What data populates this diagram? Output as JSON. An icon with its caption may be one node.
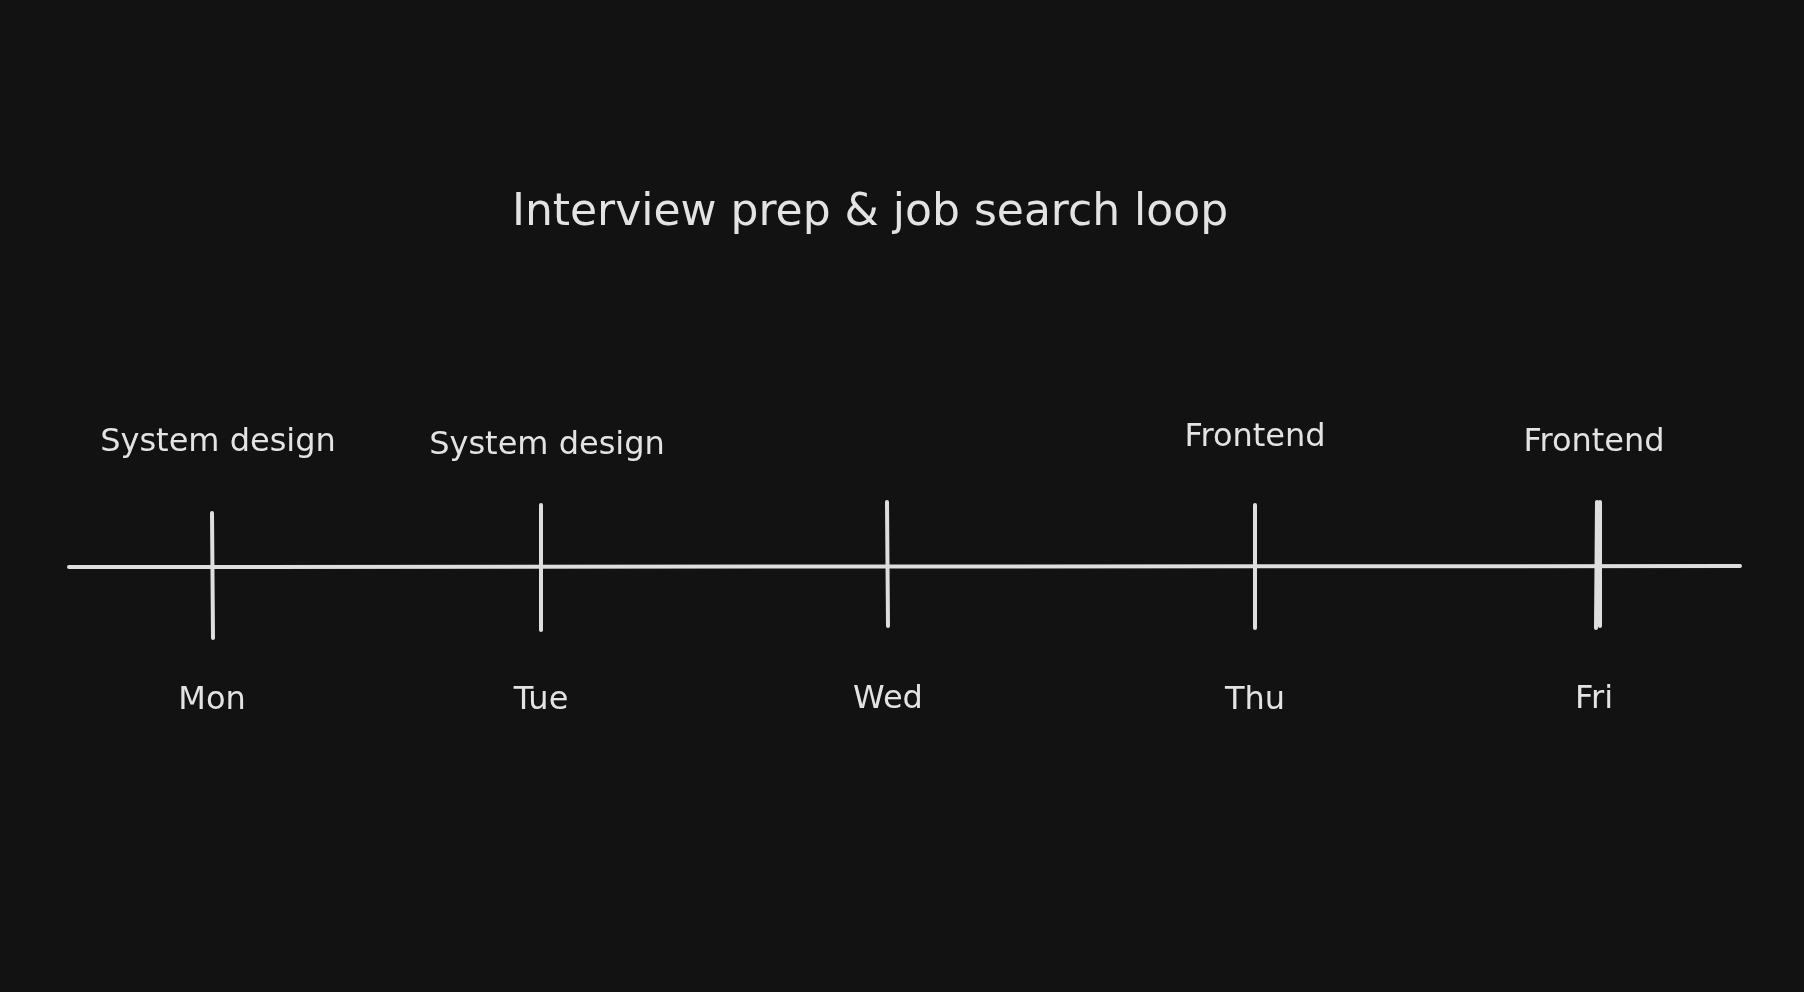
{
  "diagram": {
    "title": "Interview prep & job search loop",
    "labels": [
      "System design",
      "System design",
      "Frontend",
      "Frontend",
      "Mon",
      "Tue",
      "Wed",
      "Thu",
      "Fri"
    ]
  }
}
